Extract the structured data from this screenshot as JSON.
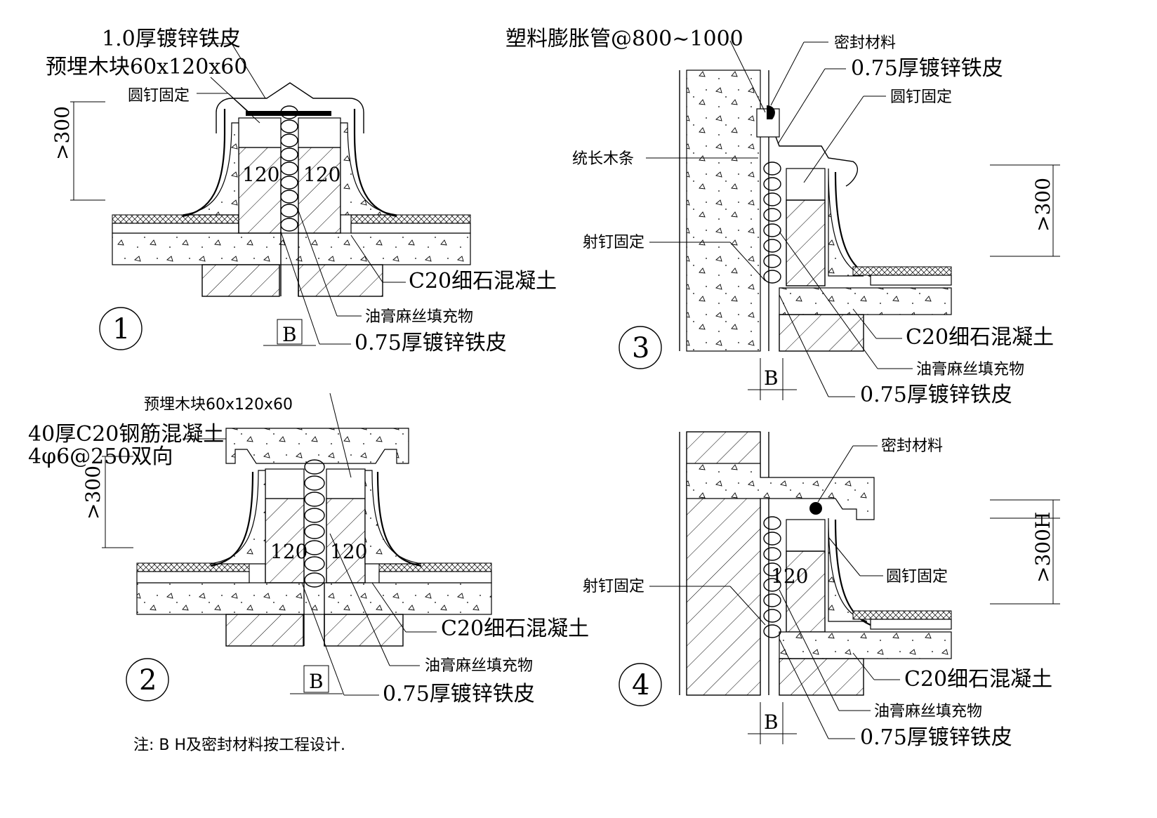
{
  "detail1": {
    "number": "1",
    "sheet_label": "1.0厚镀锌铁皮",
    "block_label": "预埋木块60x120x60",
    "nail_label": "圆钉固定",
    "height_label": ">300",
    "width_a": "120",
    "width_b": "120",
    "concrete_label": "C20细石混凝土",
    "filler_label": "油膏麻丝填充物",
    "sheet2_label": "0.75厚镀锌铁皮",
    "gap_label": "B"
  },
  "detail2": {
    "number": "2",
    "block_label": "预埋木块60x120x60",
    "slab_label": "40厚C20钢筋混凝土",
    "rebar_label": "4φ6@250双向",
    "height_label": ">300",
    "width_a": "120",
    "width_b": "120",
    "concrete_label": "C20细石混凝土",
    "filler_label": "油膏麻丝填充物",
    "sheet_label": "0.75厚镀锌铁皮",
    "gap_label": "B"
  },
  "detail3": {
    "number": "3",
    "pipe_label": "塑料膨胀管@800~1000",
    "seal_label": "密封材料",
    "sheet_label": "0.75厚镀锌铁皮",
    "nail_label": "圆钉固定",
    "strip_label": "统长木条",
    "shot_label": "射钉固定",
    "height_label": ">300",
    "concrete_label": "C20细石混凝土",
    "filler_label": "油膏麻丝填充物",
    "sheet2_label": "0.75厚镀锌铁皮",
    "gap_label": "B"
  },
  "detail4": {
    "number": "4",
    "seal_label": "密封材料",
    "height_label": ">300H",
    "nail_label": "圆钉固定",
    "shot_label": "射钉固定",
    "width_label": "120",
    "concrete_label": "C20细石混凝土",
    "filler_label": "油膏麻丝填充物",
    "sheet_label": "0.75厚镀锌铁皮",
    "gap_label": "B"
  },
  "note": "注: B H及密封材料按工程设计."
}
